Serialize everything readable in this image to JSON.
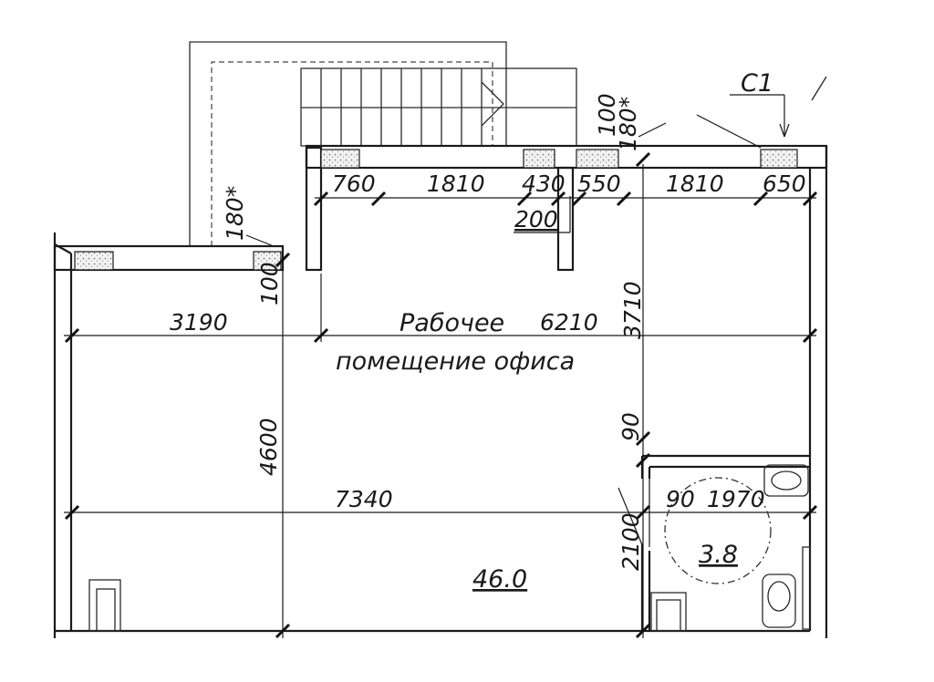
{
  "room": {
    "name_line1": "Рабочее",
    "name_line2": "помещение офиса",
    "area": "46.0"
  },
  "bathroom": {
    "area": "3.8"
  },
  "marks": {
    "c1": "С1"
  },
  "dimensions": {
    "d760": "760",
    "d1810a": "1810",
    "d430": "430",
    "d550": "550",
    "d1810b": "1810",
    "d650": "650",
    "d200": "200",
    "d100a": "100",
    "d180a": "180*",
    "d180b": "180*",
    "d100b": "100",
    "d3190": "3190",
    "d6210": "6210",
    "d3710": "3710",
    "d4600": "4600",
    "d7340": "7340",
    "d90a": "90",
    "d90b": "90",
    "d1970": "1970",
    "d2100": "2100"
  }
}
